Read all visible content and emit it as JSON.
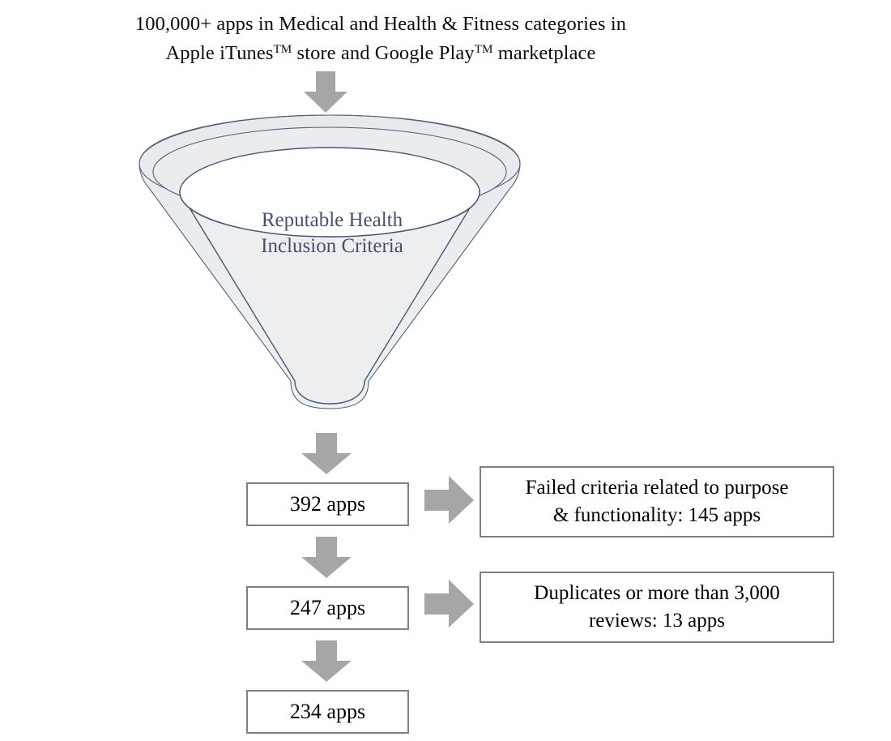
{
  "header": {
    "line1": "100,000+ apps in Medical and Health & Fitness categories in",
    "line2_part1": "Apple iTunes",
    "line2_tm1": "TM",
    "line2_part2": " store and Google Play",
    "line2_tm2": "TM",
    "line2_part3": " marketplace"
  },
  "funnel": {
    "label_line1": "Reputable Health",
    "label_line2": "Inclusion Criteria",
    "fill_color": "#ebedef",
    "stroke_color": "#50607a",
    "text_color": "#43536a"
  },
  "arrows": {
    "color": "#a6a6a6",
    "top": "down-arrow-icon",
    "funnel_out": "down-arrow-icon",
    "box392_to_box247": "down-arrow-icon",
    "box247_to_box234": "down-arrow-icon",
    "box392_to_failed": "right-arrow-icon",
    "box247_to_duplicates": "right-arrow-icon"
  },
  "boxes": {
    "border_color": "#808080",
    "count_392": "392 apps",
    "count_247": "247 apps",
    "count_234": "234 apps",
    "failed_line1": "Failed criteria related to purpose",
    "failed_line2": "& functionality: 145 apps",
    "duplicates_line1": "Duplicates or more than 3,000",
    "duplicates_line2": "reviews: 13 apps"
  },
  "chart_data": {
    "type": "diagram",
    "title": "App screening flow diagram",
    "stages": [
      {
        "label": "100,000+ apps in Medical and Health & Fitness categories in Apple iTunes store and Google Play marketplace",
        "value": 100000
      },
      {
        "label": "Reputable Health Inclusion Criteria",
        "value": null
      },
      {
        "label": "392 apps",
        "value": 392
      },
      {
        "label": "247 apps",
        "value": 247
      },
      {
        "label": "234 apps",
        "value": 234
      }
    ],
    "exclusions": [
      {
        "label": "Failed criteria related to purpose & functionality: 145 apps",
        "value": 145,
        "from": 392,
        "to": 247
      },
      {
        "label": "Duplicates or more than 3,000 reviews: 13 apps",
        "value": 13,
        "from": 247,
        "to": 234
      }
    ]
  }
}
